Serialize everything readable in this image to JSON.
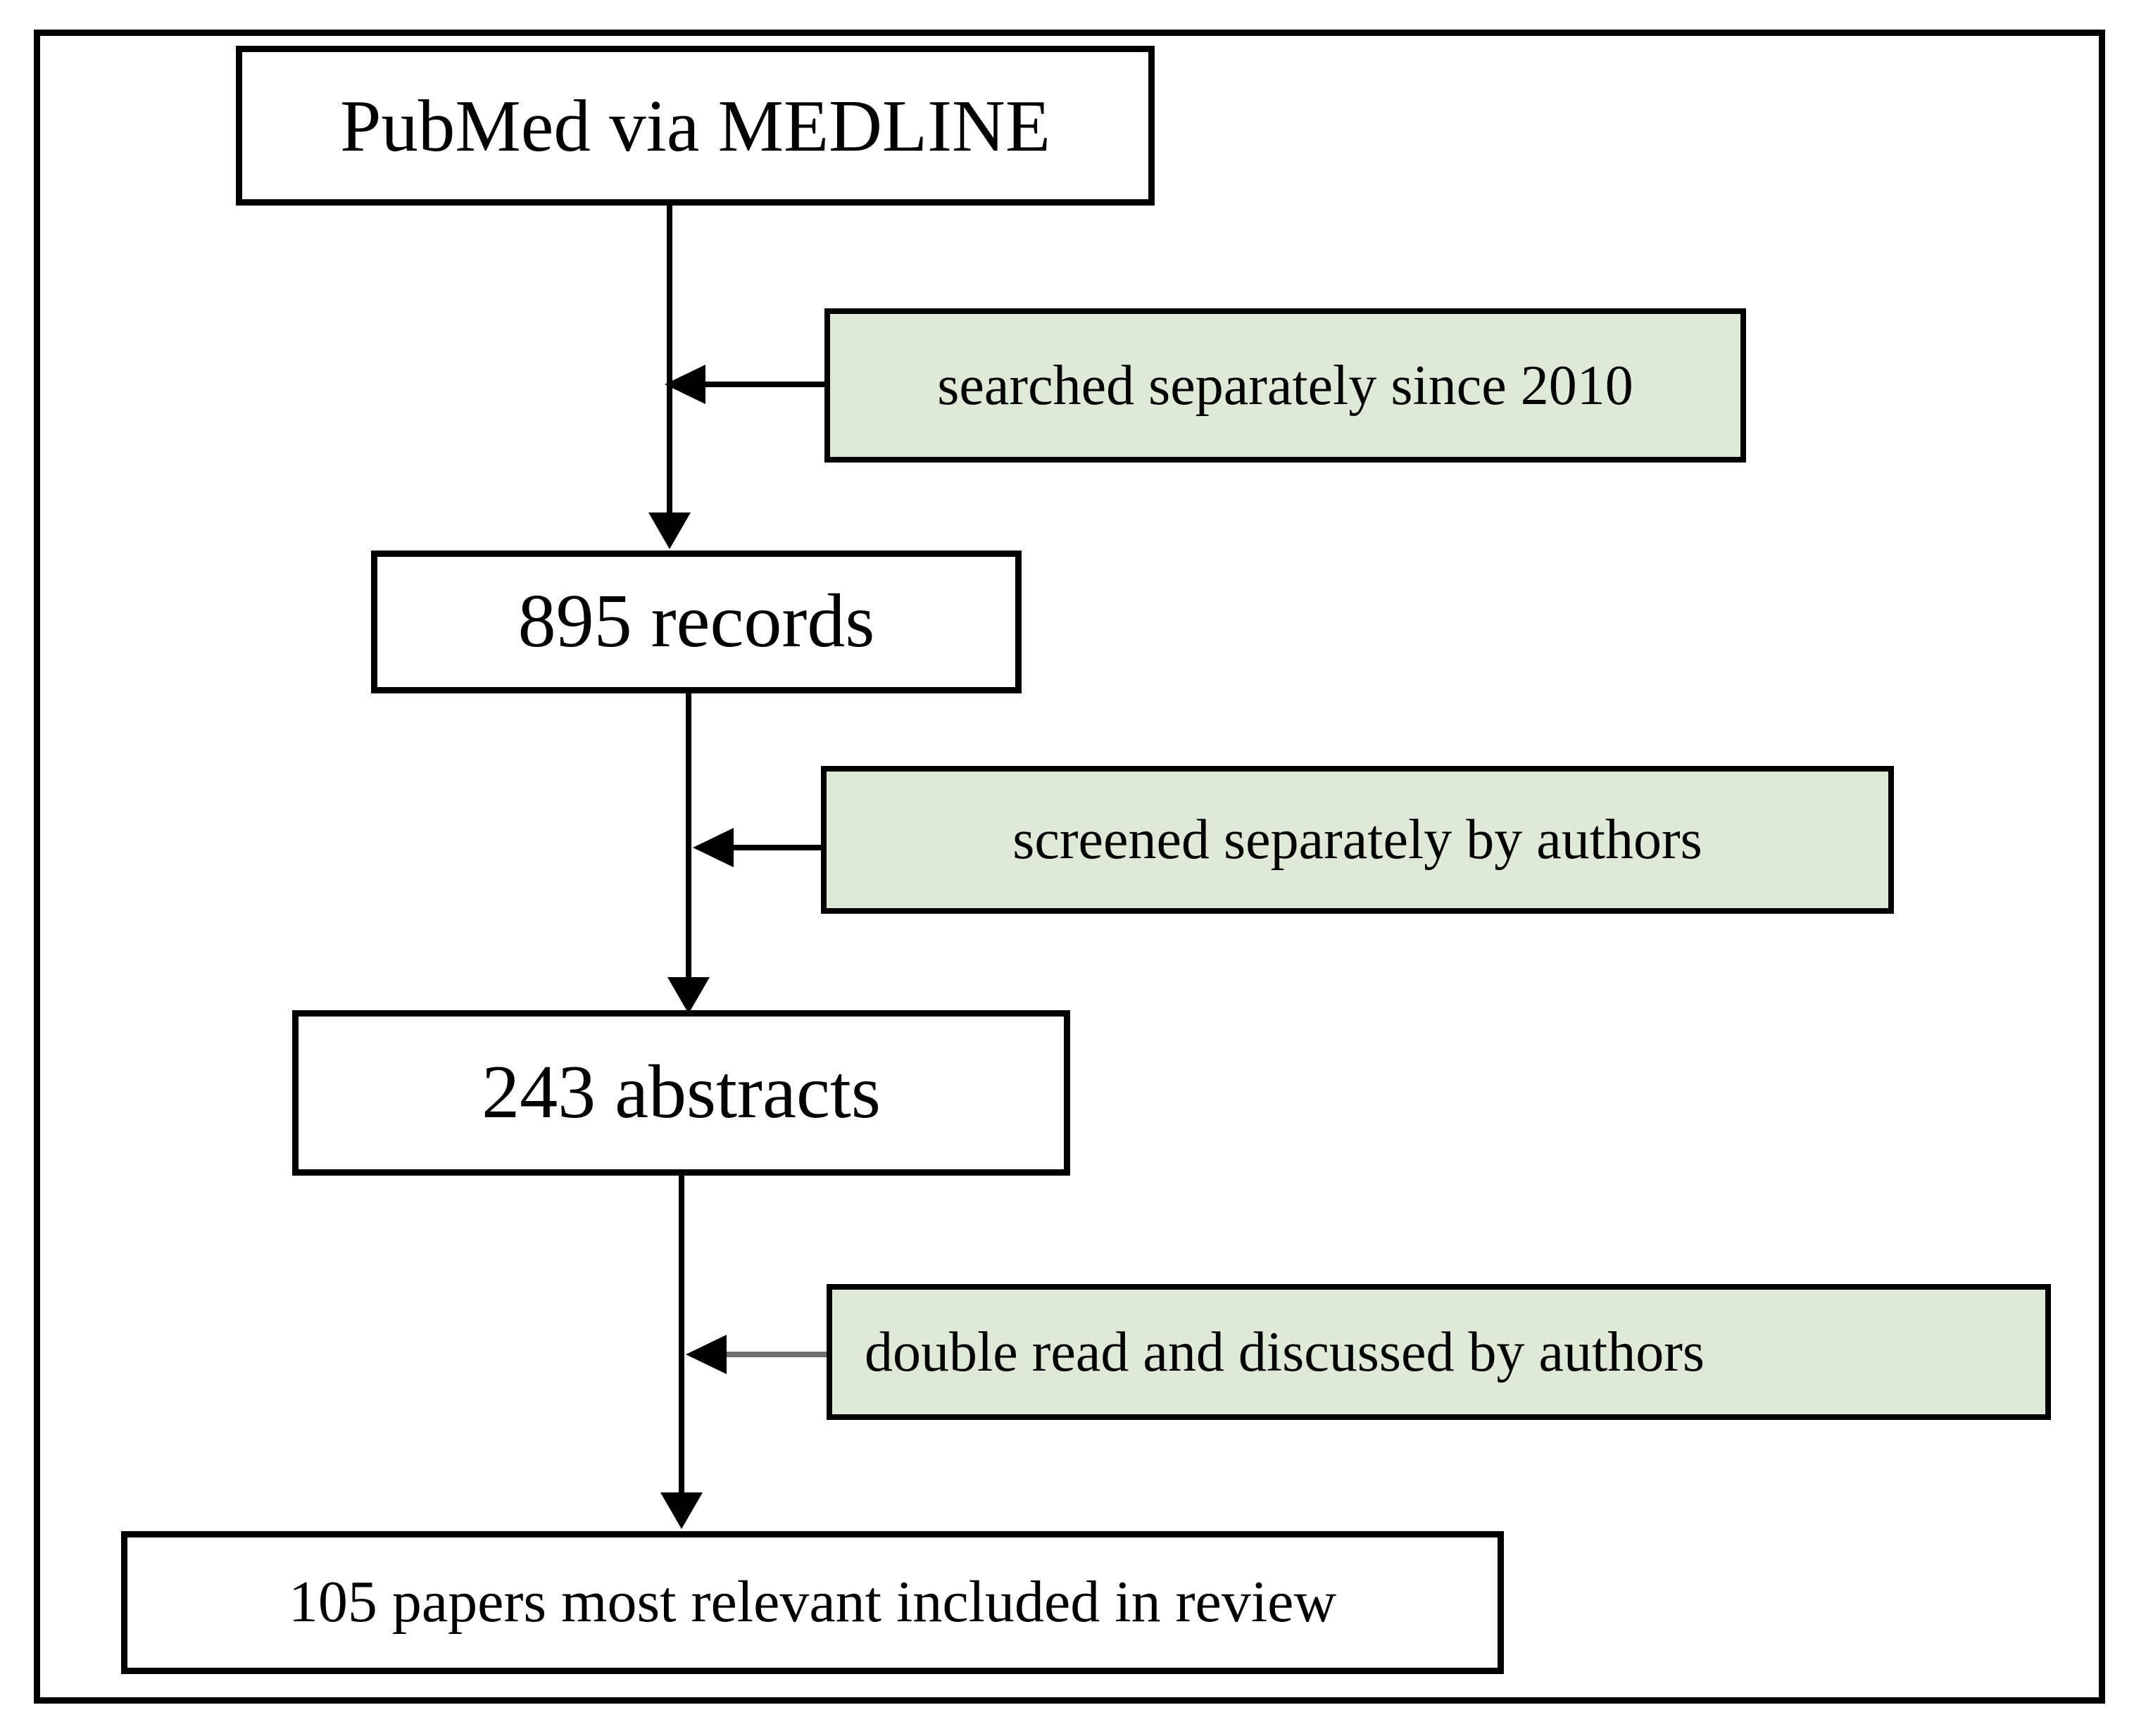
{
  "flowchart": {
    "nodes": [
      {
        "id": "source",
        "label": "PubMed via MEDLINE"
      },
      {
        "id": "records",
        "label": "895 records"
      },
      {
        "id": "abstracts",
        "label": "243 abstracts"
      },
      {
        "id": "included",
        "label": "105 papers most relevant included in review"
      }
    ],
    "annotations": [
      {
        "id": "searched",
        "label": "searched separately since 2010"
      },
      {
        "id": "screened",
        "label": "screened separately by authors"
      },
      {
        "id": "double_read",
        "label": "double read and discussed by authors"
      }
    ],
    "colors": {
      "annotation_fill": "#dfe9d8",
      "box_border": "#000000",
      "connector": "#000000",
      "connector_gray": "#6f6f6f",
      "background": "#ffffff"
    }
  }
}
